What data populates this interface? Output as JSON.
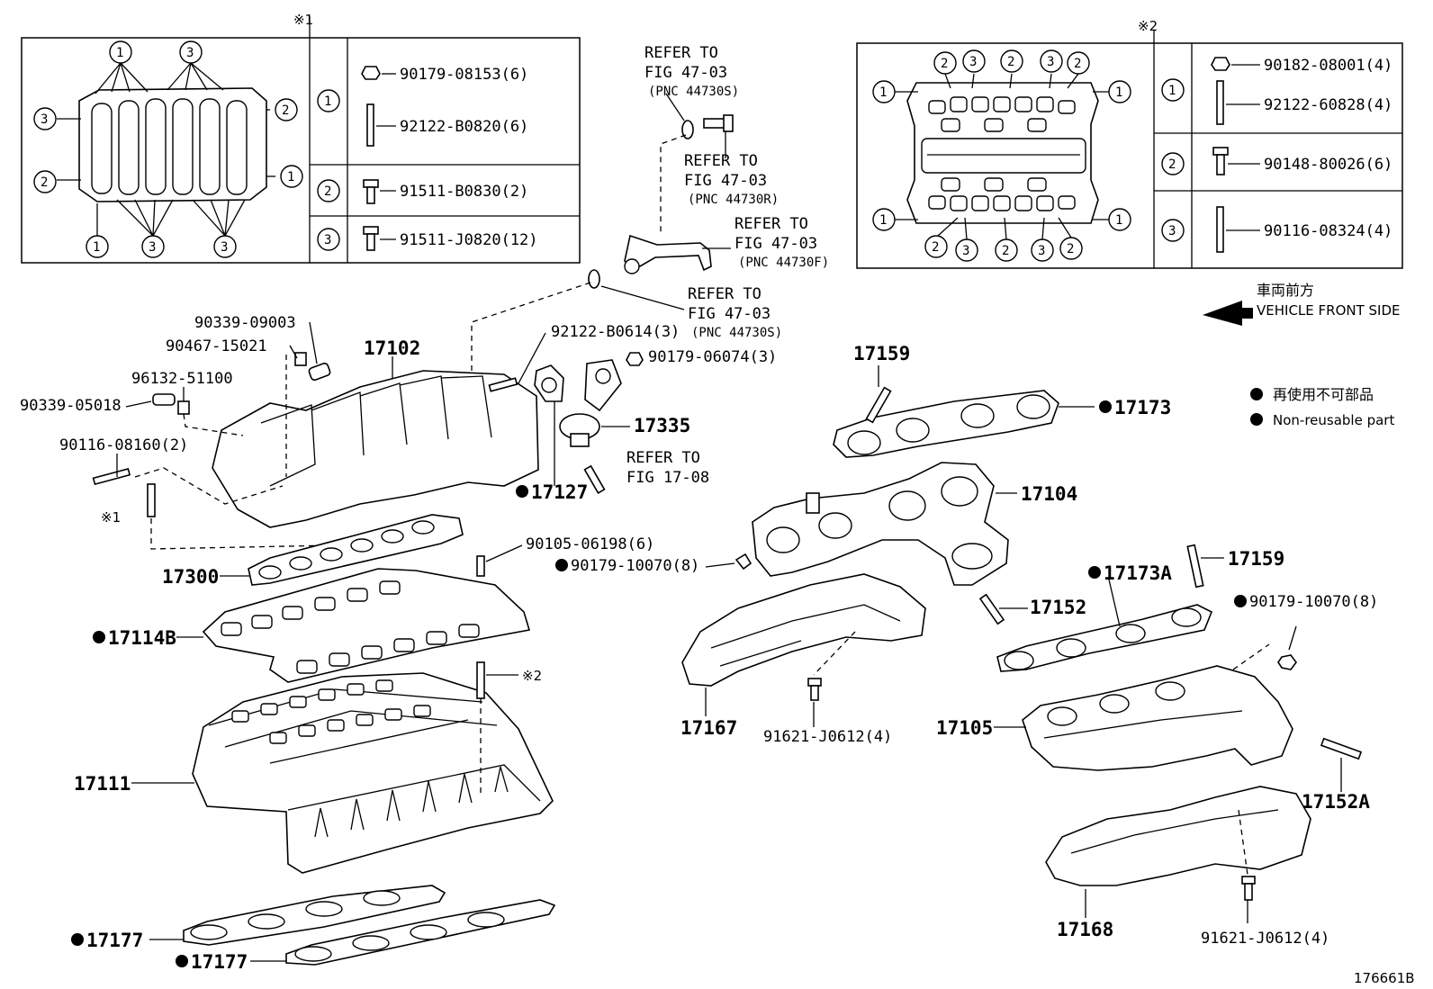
{
  "diagram_code": "176661B",
  "legend": {
    "front_jp": "車両前方",
    "front_en": "VEHICLE FRONT SIDE",
    "nonreuse_jp": "再使用不可部品",
    "nonreuse_en": "Non-reusable part"
  },
  "inset1": {
    "mark": "※1",
    "rows": [
      {
        "no": "1",
        "parts": [
          "90179-08153(6)",
          "92122-B0820(6)"
        ]
      },
      {
        "no": "2",
        "parts": [
          "91511-B0830(2)"
        ]
      },
      {
        "no": "3",
        "parts": [
          "91511-J0820(12)"
        ]
      }
    ],
    "callouts": [
      "1",
      "3",
      "3",
      "2",
      "2",
      "1",
      "1",
      "3",
      "3"
    ]
  },
  "inset2": {
    "mark": "※2",
    "rows": [
      {
        "no": "1",
        "parts": [
          "90182-08001(4)",
          "92122-60828(4)"
        ]
      },
      {
        "no": "2",
        "parts": [
          "90148-80026(6)"
        ]
      },
      {
        "no": "3",
        "parts": [
          "90116-08324(4)"
        ]
      }
    ],
    "callouts": [
      "2",
      "3",
      "2",
      "3",
      "2",
      "1",
      "1",
      "1",
      "1",
      "2",
      "3",
      "2",
      "3",
      "2"
    ]
  },
  "refer": [
    {
      "l1": "REFER TO",
      "l2": "FIG 47-03",
      "l3": "(PNC 44730S)"
    },
    {
      "l1": "REFER TO",
      "l2": "FIG 47-03",
      "l3": "(PNC 44730R)"
    },
    {
      "l1": "REFER TO",
      "l2": "FIG 47-03",
      "l3": "(PNC 44730F)"
    },
    {
      "l1": "REFER TO",
      "l2": "FIG 47-03",
      "l3": "(PNC 44730S)"
    },
    {
      "l1": "REFER TO",
      "l2": "FIG 17-08",
      "l3": ""
    }
  ],
  "labels": {
    "p90339_09003": "90339-09003",
    "p90467_15021": "90467-15021",
    "p17102": "17102",
    "p96132_51100": "96132-51100",
    "p90339_05018": "90339-05018",
    "p90116_08160": "90116-08160(2)",
    "mark1": "※1",
    "p92122_B0614": "92122-B0614(3)",
    "p90179_06074": "90179-06074(3)",
    "p17335": "17335",
    "p17127": "17127",
    "p17300": "17300",
    "p90105_06198": "90105-06198(6)",
    "p90179_10070a": "90179-10070(8)",
    "p17114B": "17114B",
    "mark2": "※2",
    "p17111": "17111",
    "p17177a": "17177",
    "p17177b": "17177",
    "p17159a": "17159",
    "p17173": "17173",
    "p17104": "17104",
    "p17159b": "17159",
    "p17173A": "17173A",
    "p17152": "17152",
    "p90179_10070b": "90179-10070(8)",
    "p17167": "17167",
    "p91621_J0612a": "91621-J0612(4)",
    "p17105": "17105",
    "p17152A": "17152A",
    "p17168": "17168",
    "p91621_J0612b": "91621-J0612(4)"
  }
}
